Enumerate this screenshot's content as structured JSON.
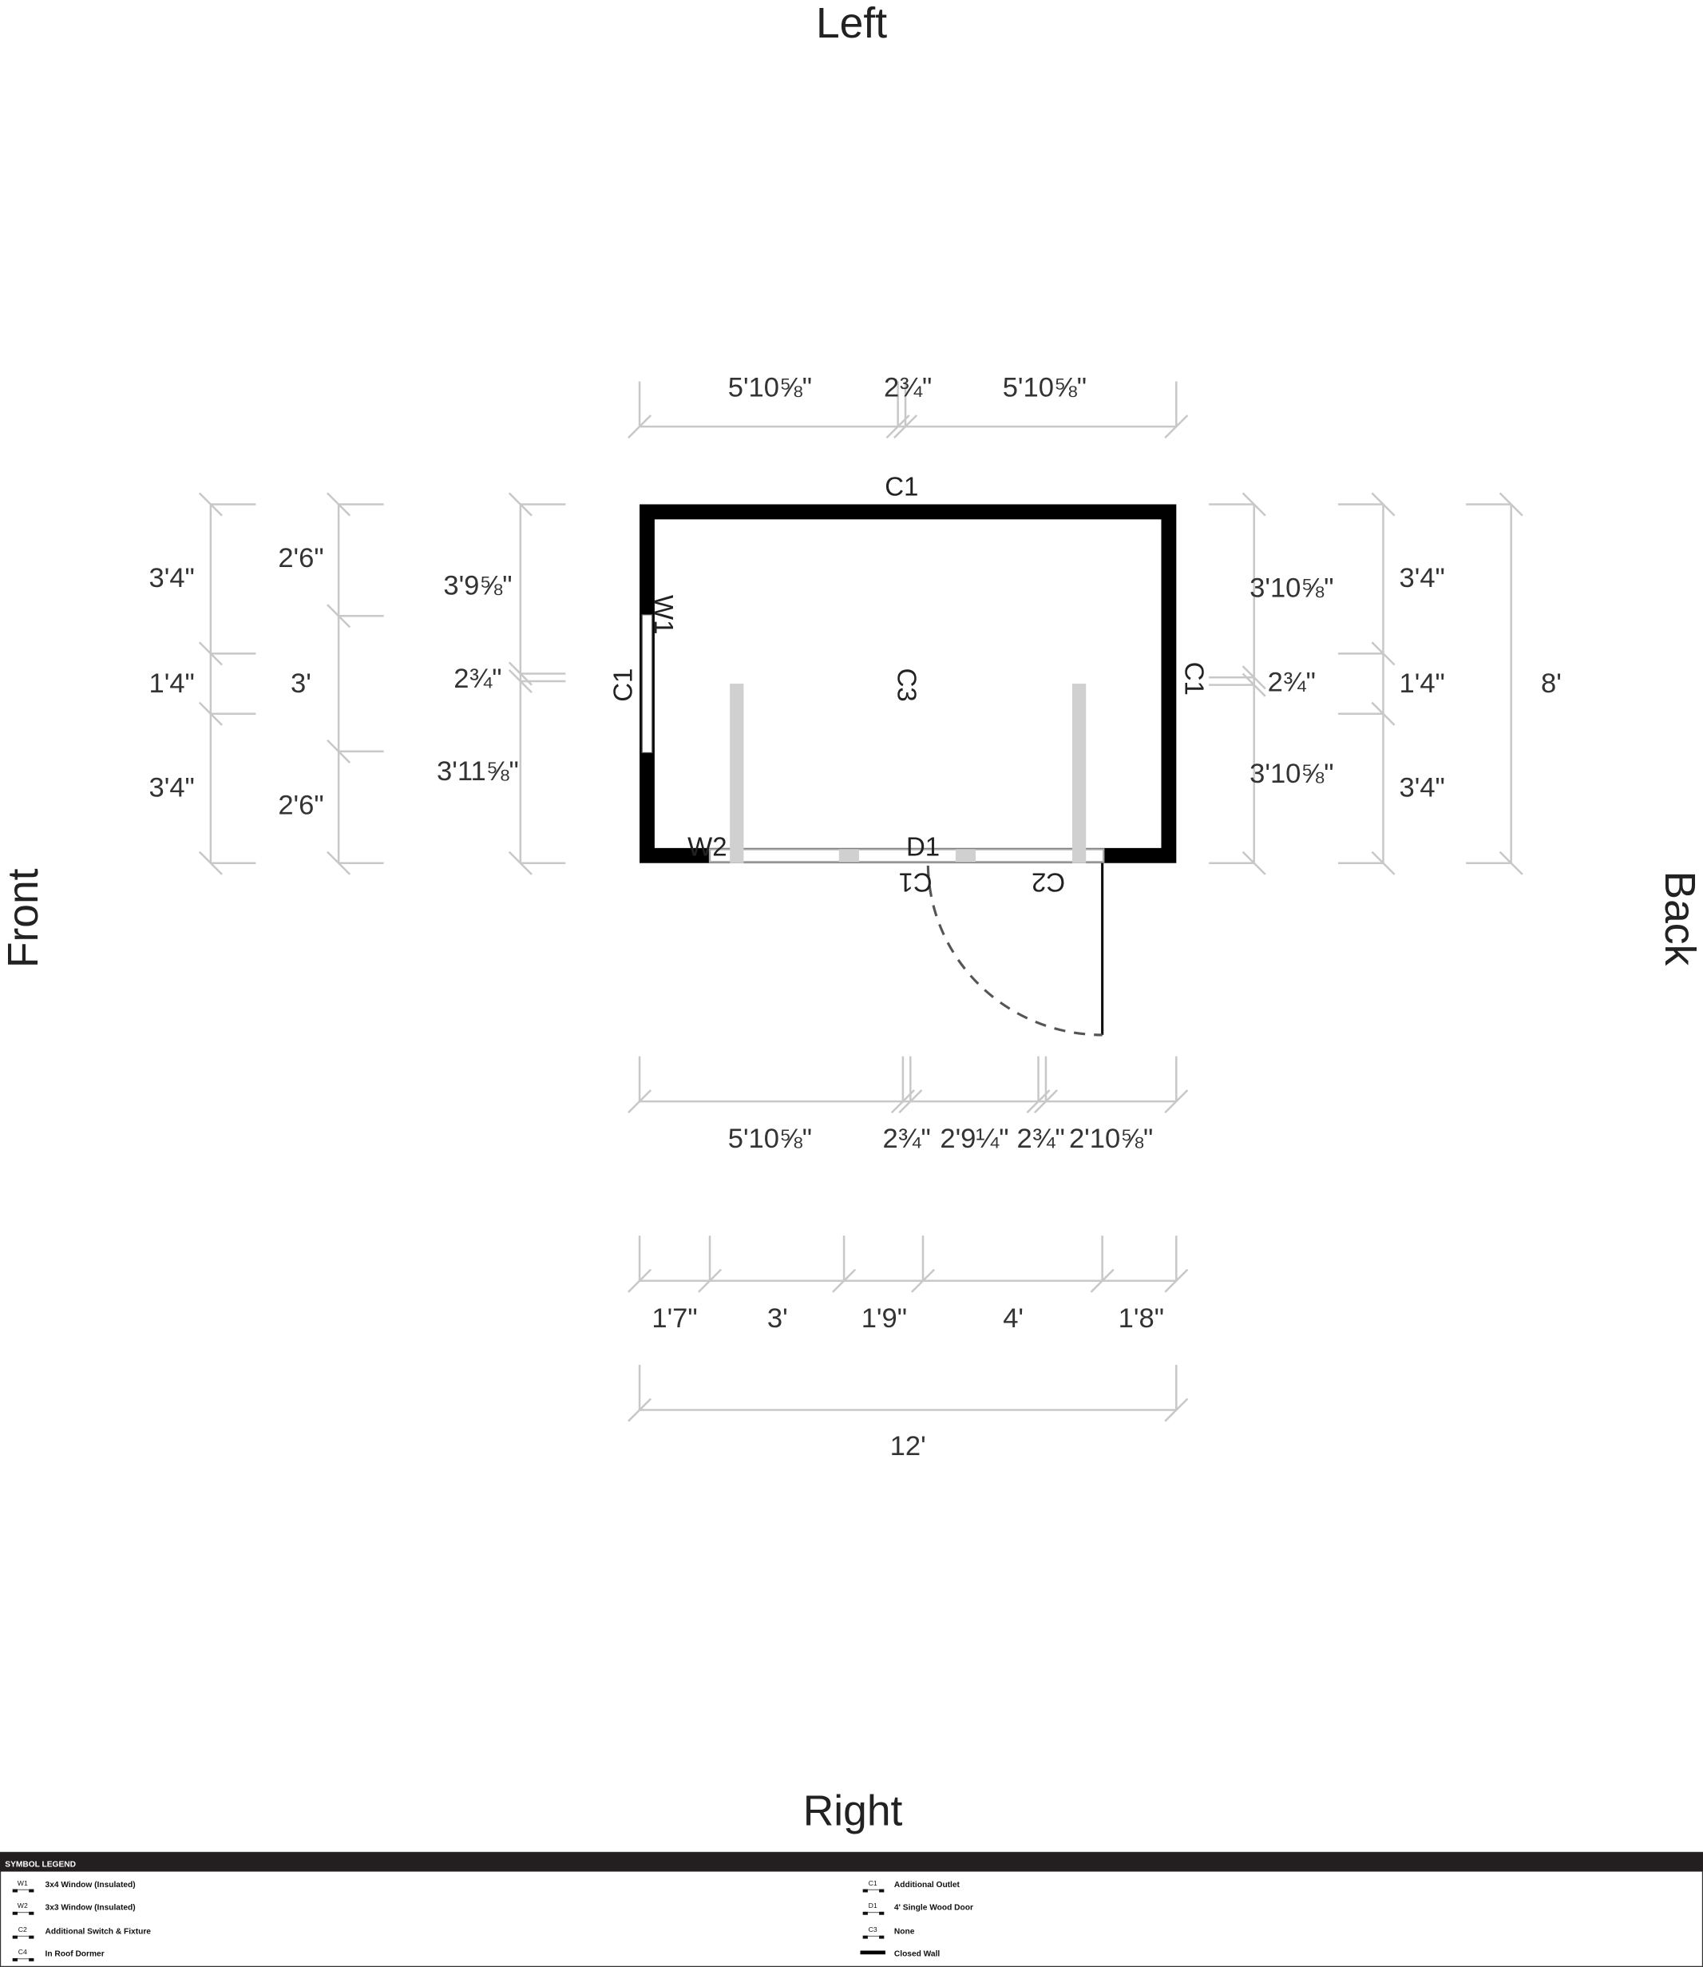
{
  "sides": {
    "left": "Left",
    "right": "Right",
    "front": "Front",
    "back": "Back"
  },
  "tags": {
    "top_c1": "C1",
    "left_c1": "C1",
    "w1": "W1",
    "c3": "C3",
    "right_c1": "C1",
    "w2": "W2",
    "d1": "D1",
    "bottom_c1": "C1",
    "bottom_c2": "C2"
  },
  "dimensions": {
    "top": [
      "5'10⅝\"",
      "2¾\"",
      "5'10⅝\""
    ],
    "left_outer": [
      "3'4\"",
      "1'4\"",
      "3'4\""
    ],
    "left_middle": [
      "2'6\"",
      "3'",
      "2'6\""
    ],
    "left_inner": [
      "3'9⅝\"",
      "2¾\"",
      "3'11⅝\""
    ],
    "right_inner": [
      "3'10⅝\"",
      "2¾\"",
      "3'10⅝\""
    ],
    "right_middle": [
      "3'4\"",
      "1'4\"",
      "3'4\""
    ],
    "right_outer": [
      "8'"
    ],
    "bottom_openings": [
      "5'10⅝\"",
      "2¾\"",
      "2'9¼\"",
      "2¾\"",
      "2'10⅝\""
    ],
    "bottom_segments": [
      "1'7\"",
      "3'",
      "1'9\"",
      "4'",
      "1'8\""
    ],
    "bottom_total": [
      "12'"
    ]
  },
  "legend": {
    "title": "SYMBOL LEGEND",
    "left": [
      {
        "code": "W1",
        "label": "3x4 Window (Insulated)"
      },
      {
        "code": "W2",
        "label": "3x3 Window (Insulated)"
      },
      {
        "code": "C2",
        "label": "Additional Switch & Fixture"
      },
      {
        "code": "C4",
        "label": "In Roof Dormer"
      }
    ],
    "right": [
      {
        "code": "C1",
        "label": "Additional Outlet"
      },
      {
        "code": "D1",
        "label": "4' Single Wood Door"
      },
      {
        "code": "C3",
        "label": "None"
      },
      {
        "code": "",
        "label": "Closed Wall"
      }
    ]
  },
  "colors": {
    "wall": "#000000",
    "dimension": "#c8c8c8",
    "legend_bar": "#231f20"
  }
}
